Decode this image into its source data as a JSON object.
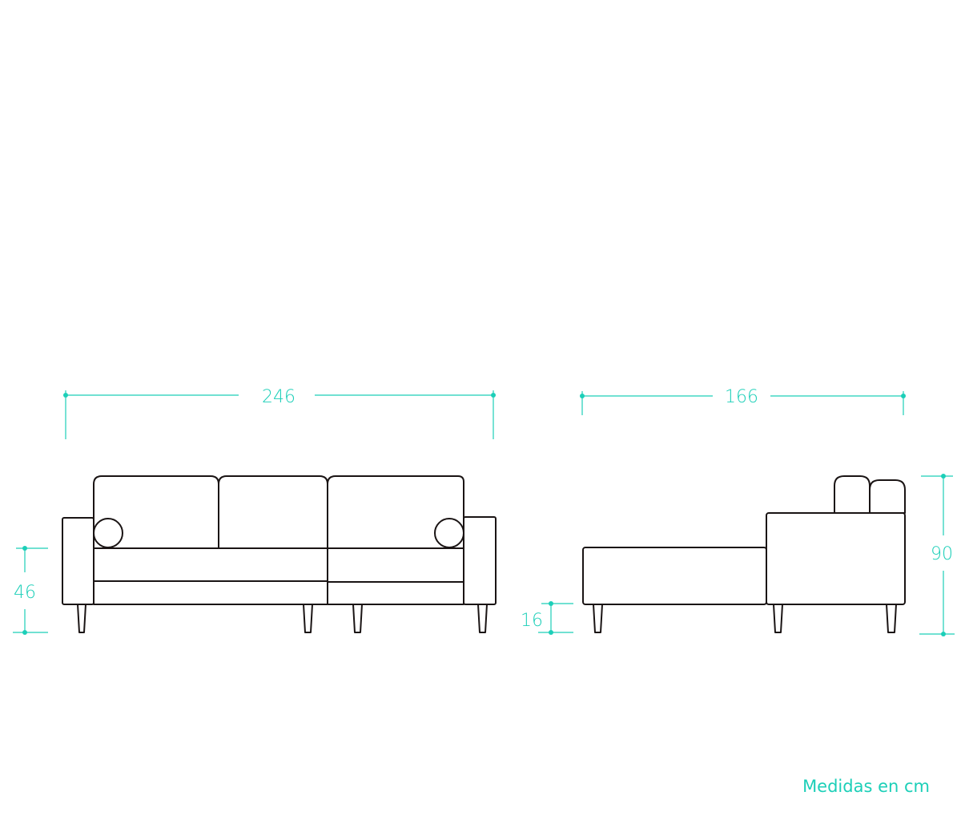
{
  "dimensions": {
    "front_width": "246",
    "seat_height": "46",
    "side_depth": "166",
    "leg_height": "16",
    "total_height": "90"
  },
  "footnote": "Medidas en cm",
  "colors": {
    "accent": "#1ccfb8",
    "line": "#1a1414"
  }
}
